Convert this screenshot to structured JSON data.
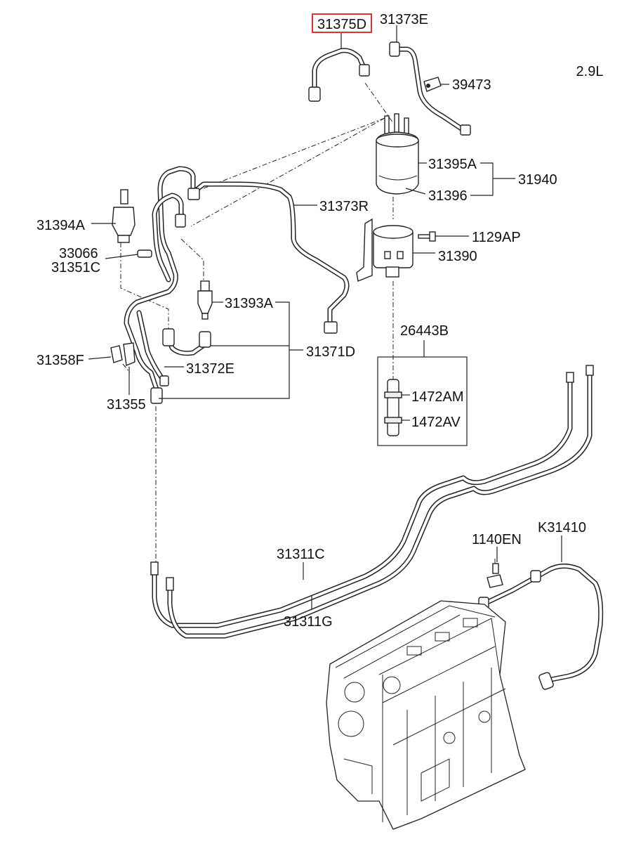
{
  "engine_label": "2.9L",
  "highlight_color": "#e03030",
  "callouts": {
    "p31375D": "31375D",
    "p31373E": "31373E",
    "p39473": "39473",
    "p31395A": "31395A",
    "p31396": "31396",
    "p31940": "31940",
    "p31373R": "31373R",
    "p31394A": "31394A",
    "p1129AP": "1129AP",
    "p33066": "33066",
    "p31351C": "31351C",
    "p31390": "31390",
    "p31393A": "31393A",
    "p26443B": "26443B",
    "p31358F": "31358F",
    "p31371D": "31371D",
    "p31372E": "31372E",
    "p1472AM": "1472AM",
    "p31355": "31355",
    "p1472AV": "1472AV",
    "p31311C": "31311C",
    "p1140EN": "1140EN",
    "pK31410": "K31410",
    "p31311G": "31311G"
  }
}
